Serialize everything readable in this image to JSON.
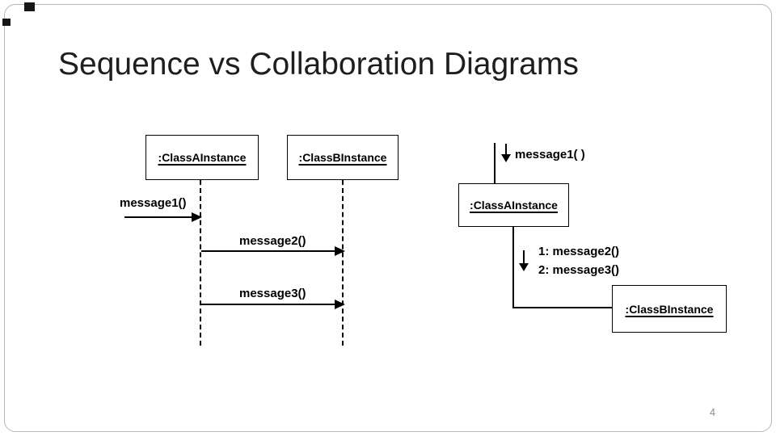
{
  "slide": {
    "title": "Sequence vs Collaboration Diagrams",
    "page_number": "4"
  },
  "sequence_diagram": {
    "lifelines": [
      {
        "name": ":ClassAInstance"
      },
      {
        "name": ":ClassBInstance"
      }
    ],
    "messages": [
      {
        "label": "message1()"
      },
      {
        "label": "message2()"
      },
      {
        "label": "message3()"
      }
    ]
  },
  "collaboration_diagram": {
    "objects": [
      {
        "name": ":ClassAInstance"
      },
      {
        "name": ":ClassBInstance"
      }
    ],
    "messages": [
      {
        "label": "message1( )"
      },
      {
        "label": "1: message2()"
      },
      {
        "label": "2: message3()"
      }
    ]
  },
  "colors": {
    "diagram_line": "#000000",
    "title_text": "#1e1e1e",
    "page_number": "#8a8a8a",
    "frame_border": "#b7b7b7"
  }
}
